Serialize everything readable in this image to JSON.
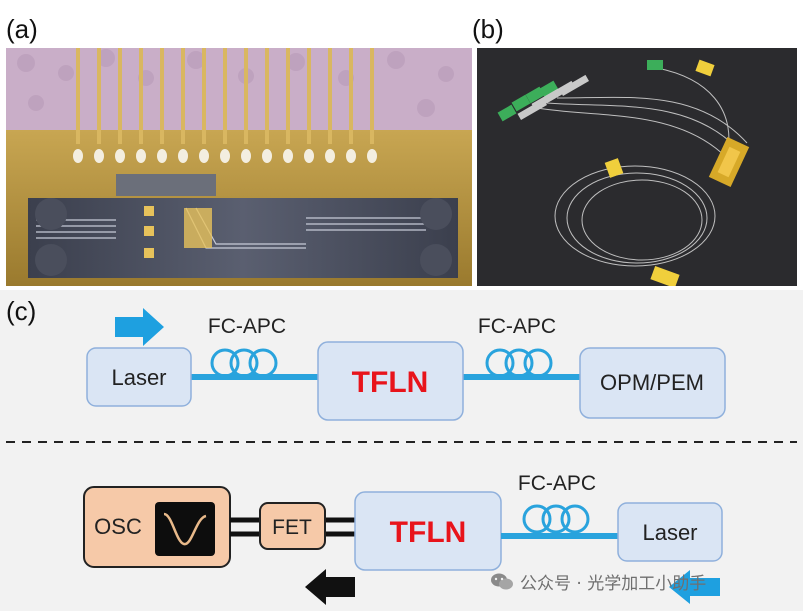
{
  "panels": {
    "a": "(a)",
    "b": "(b)",
    "c": "(c)"
  },
  "top_setup": {
    "connector_left": "FC-APC",
    "connector_right": "FC-APC",
    "source": "Laser",
    "device": "TFLN",
    "detector": "OPM/PEM"
  },
  "bottom_setup": {
    "oscilloscope": "OSC",
    "amplifier": "FET",
    "device": "TFLN",
    "connector": "FC-APC",
    "source": "Laser"
  },
  "watermark": "公众号 · 光学加工小助手",
  "colors": {
    "box_fill": "#dae5f4",
    "box_stroke": "#8fb0dc",
    "fiber": "#29a3dd",
    "device_text": "#e8141b",
    "orange_fill": "#f6c9a8",
    "arrow_blue": "#1ea0e0"
  }
}
